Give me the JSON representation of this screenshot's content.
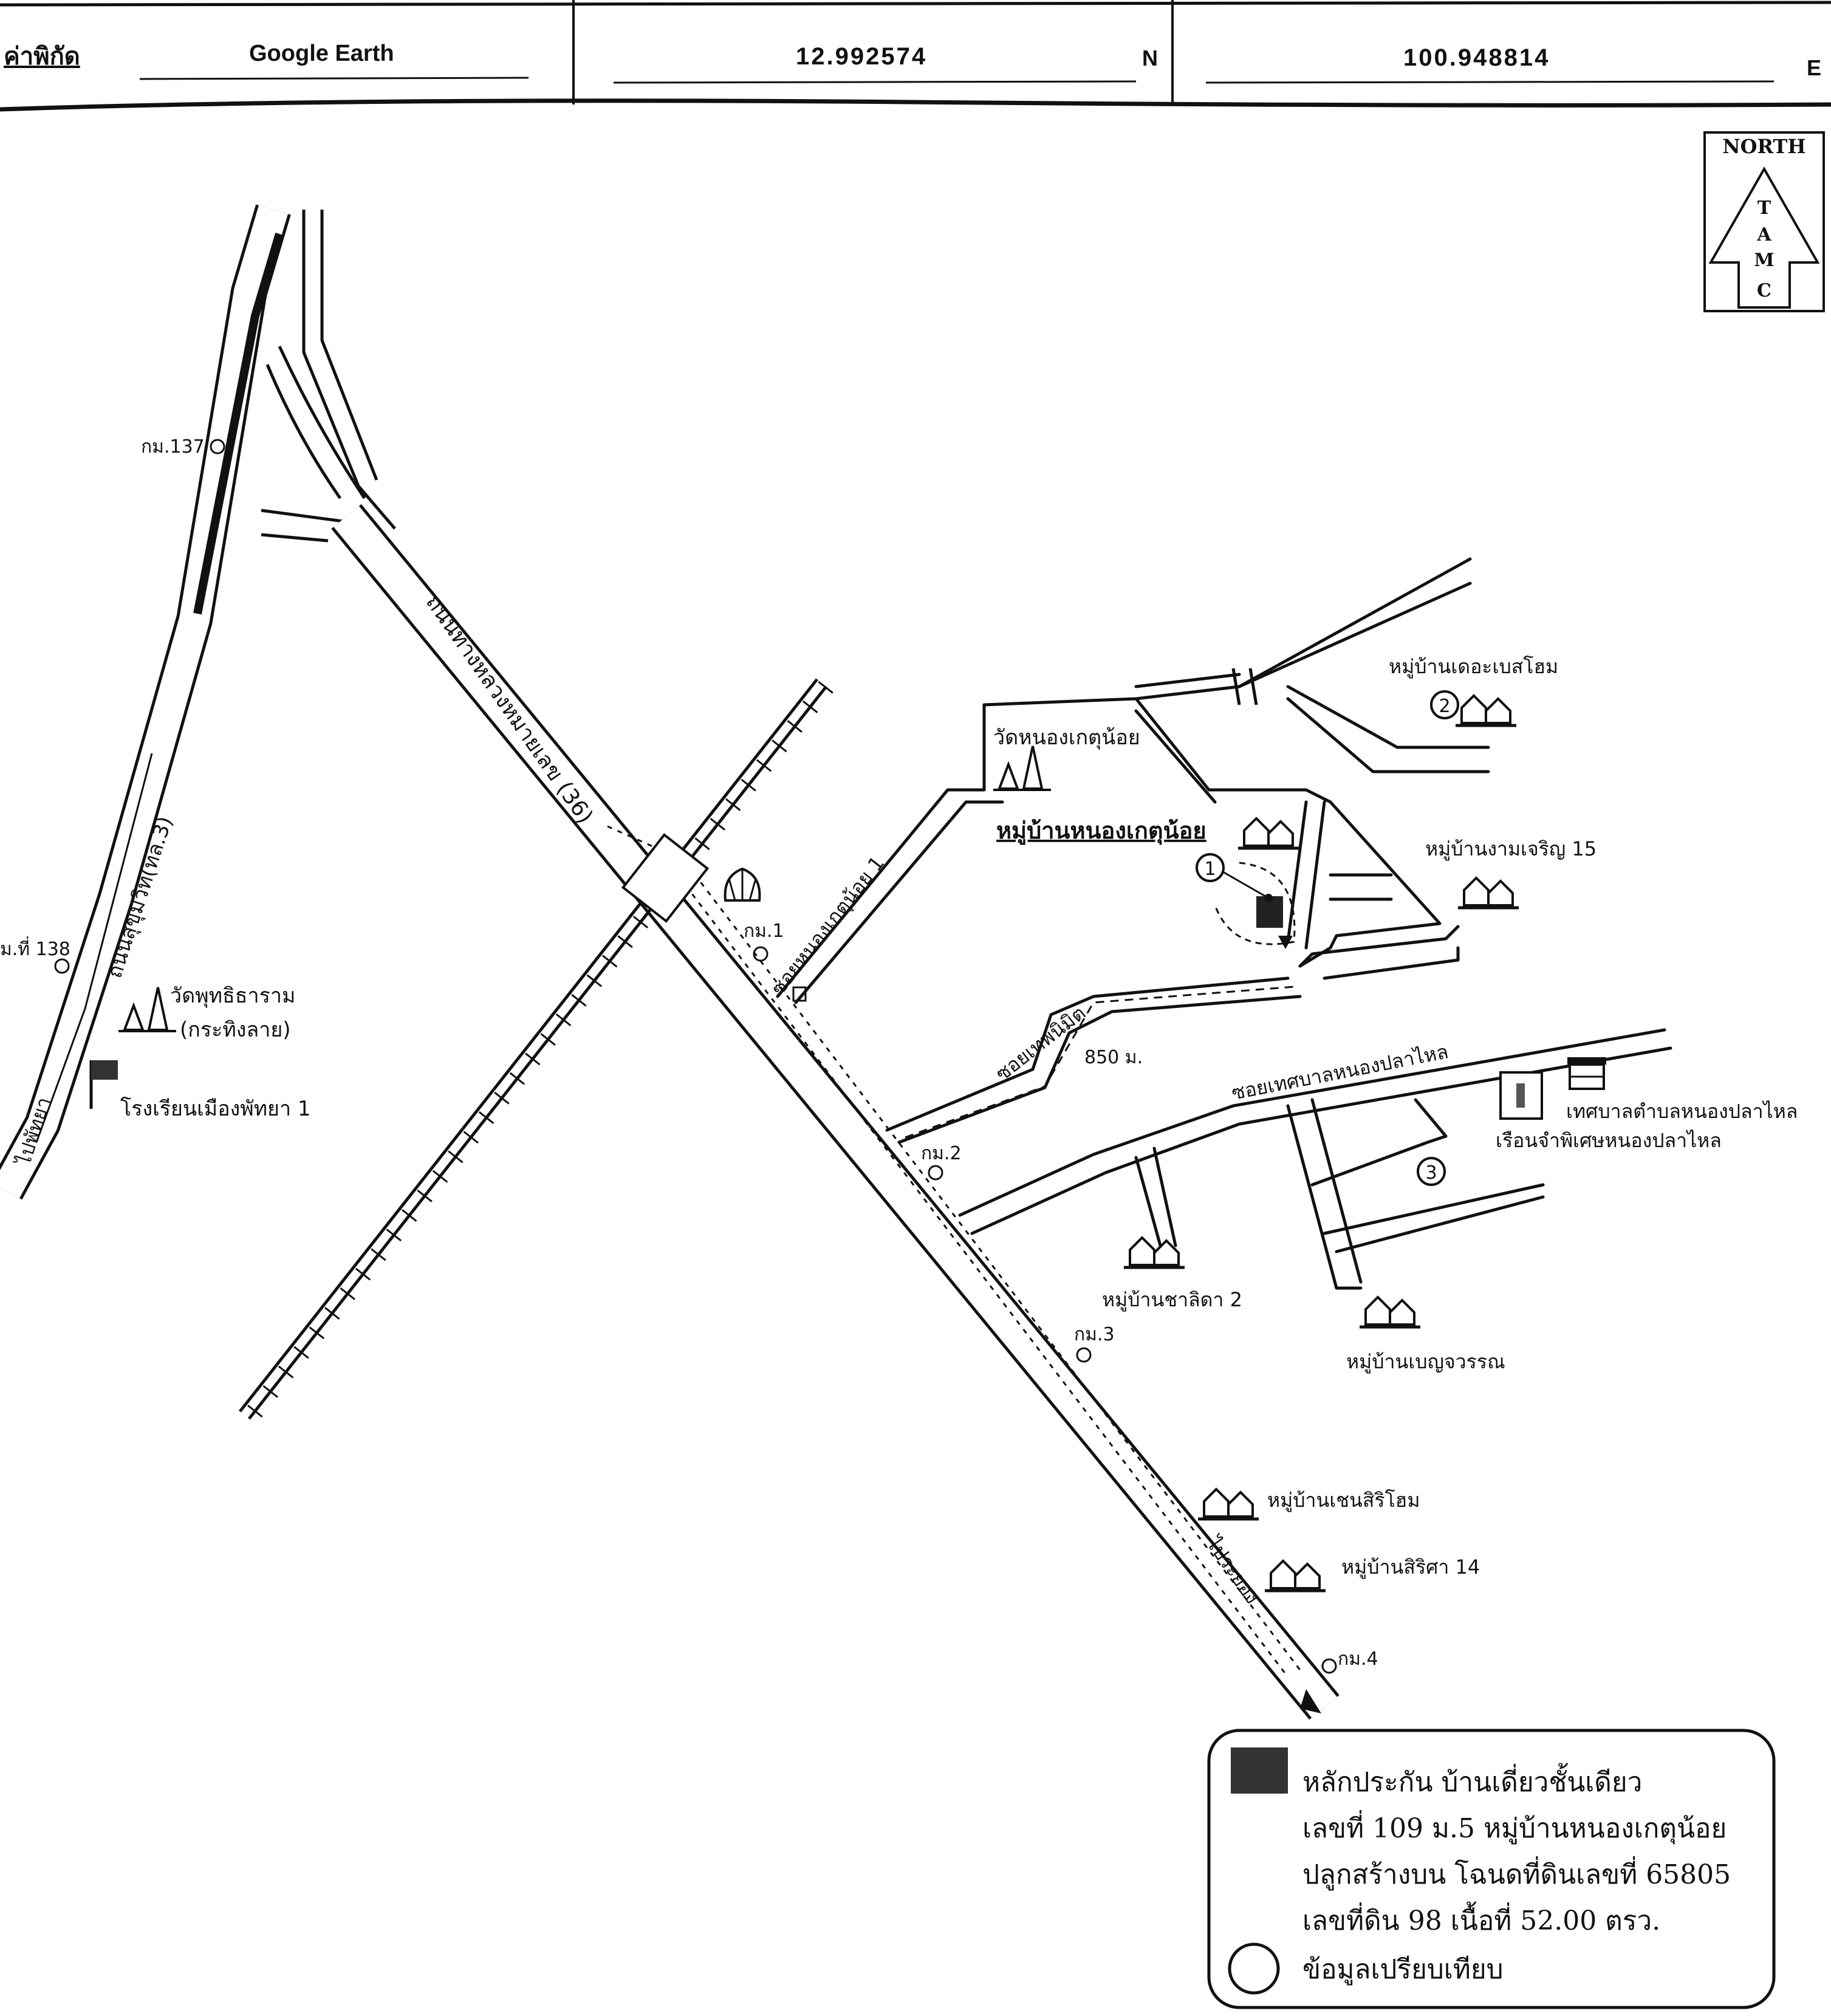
{
  "header": {
    "label": "ค่าพิกัด",
    "source": "Google Earth",
    "latitude": "12.992574",
    "lat_dir": "N",
    "longitude": "100.948814",
    "lon_dir": "E"
  },
  "compass": {
    "north": "NORTH",
    "letters": [
      "T",
      "A",
      "M",
      "C"
    ]
  },
  "roads": {
    "sukhumvit": "ถนนสุขุมวิท(ทล.3)",
    "highway36": "ถนนทางหลวงหมายเลข (36)",
    "soi_nongket": "ซอยหนองเกตุน้อย 1",
    "soi_thepnimit": "ซอยเทพนิมิต",
    "soi_municipal": "ซอยเทศบาลหนองปลาไหล",
    "to_pattaya": "ไปพัทยา",
    "to_rayong": "ไประยอง",
    "distance": "850 ม."
  },
  "km_markers": {
    "km137": "กม.137",
    "km138": "ม.ที่ 138",
    "km1": "กม.1",
    "km2": "กม.2",
    "km3": "กม.3",
    "km4": "กม.4"
  },
  "places": {
    "wat_nongket": "วัดหนองเกตุน้อย",
    "subject_village": "หมู่บ้านหนองเกตุน้อย",
    "the_best_home": "หมู่บ้านเดอะเบสโฮม",
    "ngam_charoen": "หมู่บ้านงามเจริญ 15",
    "municipality": "เทศบาลตำบลหนองปลาไหล",
    "prison": "เรือนจำพิเศษหนองปลาไหล",
    "chalida": "หมู่บ้านชาลิดา 2",
    "benjawan": "หมู่บ้านเบญจวรรณ",
    "chain_siri": "หมู่บ้านเชนสิริโฮม",
    "sirisa": "หมู่บ้านสิริศา 14",
    "wat_phutthitharam": "วัดพุทธิธาราม",
    "krathing_lai": "(กระทิงลาย)",
    "school": "โรงเรียนเมืองพัทยา 1"
  },
  "markers": {
    "m1": "1",
    "m2": "2",
    "m3": "3"
  },
  "legend": {
    "line1": "หลักประกัน บ้านเดี่ยวชั้นเดียว",
    "line2": "เลขที่ 109 ม.5 หมู่บ้านหนองเกตุน้อย",
    "line3": "ปลูกสร้างบน โฉนดที่ดินเลขที่ 65805",
    "line4": "เลขที่ดิน 98  เนื้อที่  52.00 ตรว.",
    "line5": "ข้อมูลเปรียบเทียบ"
  }
}
